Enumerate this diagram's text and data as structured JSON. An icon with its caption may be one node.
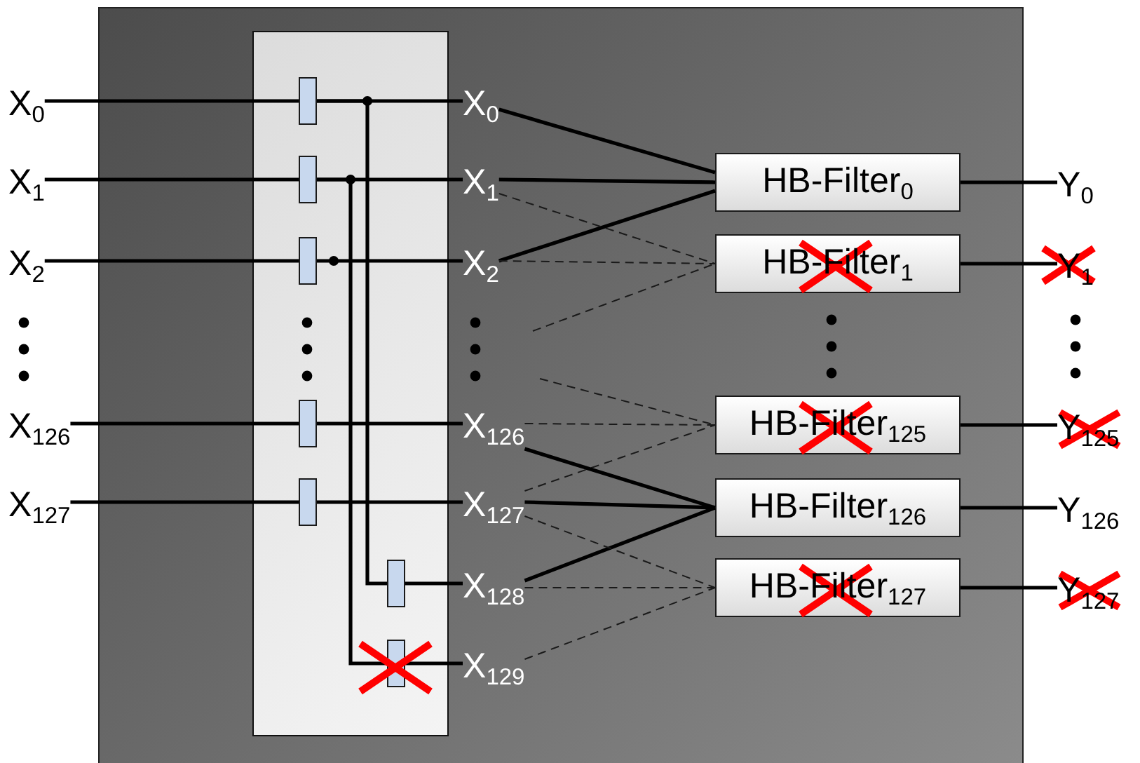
{
  "diagram": {
    "nodes": [
      {
        "text": [
          "X$_{0}$"
        ]
      },
      {
        "text": [
          "X$_{1}$"
        ]
      },
      {
        "text": [
          "X$_{2}$"
        ]
      },
      {
        "text": [
          "X$_{126}$"
        ]
      },
      {
        "text": [
          "X$_{127}$"
        ]
      },
      {
        "text": [],
        "shape": "box"
      },
      {
        "text": [],
        "shape": "box"
      },
      {
        "text": [],
        "shape": "box"
      },
      {
        "text": [],
        "shape": "box"
      },
      {
        "text": [],
        "shape": "box"
      },
      {
        "text": [],
        "shape": "box"
      },
      {
        "text": [],
        "shape": "box"
      },
      {
        "text": [
          "X$_{0}$"
        ]
      },
      {
        "text": [
          "X$_{1}$"
        ]
      },
      {
        "text": [
          "X$_{2}$"
        ]
      },
      {
        "text": [
          "X$_{126}$"
        ]
      },
      {
        "text": [
          "X$_{127}$"
        ]
      },
      {
        "text": [
          "X$_{128}$"
        ]
      },
      {
        "text": [
          "X$_{129}$"
        ]
      },
      {
        "text": [
          "HB-Filter$_{0}$"
        ]
      },
      {
        "text": [
          "HB-Filter$_{1}$"
        ]
      },
      {
        "text": [
          "HB-Filter$_{125}$"
        ]
      },
      {
        "text": [
          "HB-Filter$_{126}$"
        ]
      },
      {
        "text": [
          "HB-Filter$_{127}$"
        ]
      },
      {
        "text": [
          "Y$_{0}$"
        ]
      },
      {
        "text": [
          "Y$_{1}$"
        ]
      },
      {
        "text": [
          "Y$_{125}$"
        ]
      },
      {
        "text": [
          "Y$_{126}$"
        ]
      },
      {
        "text": [
          "Y$_{127}$"
        ]
      }
    ],
    "edges": [
      {
        "from": 0,
        "to": 5,
        "arrow": "none"
      },
      {
        "from": 5,
        "to": 12,
        "arrow": "none"
      },
      {
        "from": 5,
        "to": 10,
        "arrow": "none"
      },
      {
        "from": 1,
        "to": 6,
        "arrow": "none"
      },
      {
        "from": 6,
        "to": 13,
        "arrow": "none"
      },
      {
        "from": 6,
        "to": 11,
        "arrow": "none"
      },
      {
        "from": 2,
        "to": 7,
        "arrow": "none"
      },
      {
        "from": 7,
        "to": 14,
        "arrow": "none"
      },
      {
        "from": 3,
        "to": 8,
        "arrow": "none"
      },
      {
        "from": 8,
        "to": 15,
        "arrow": "none"
      },
      {
        "from": 4,
        "to": 9,
        "arrow": "none"
      },
      {
        "from": 9,
        "to": 16,
        "arrow": "none"
      },
      {
        "from": 10,
        "to": 17,
        "arrow": "none"
      },
      {
        "from": 11,
        "to": 18,
        "arrow": "none"
      },
      {
        "from": 12,
        "to": 19,
        "arrow": "none"
      },
      {
        "from": 13,
        "to": 19,
        "arrow": "none"
      },
      {
        "from": 14,
        "to": 19,
        "arrow": "none"
      },
      {
        "from": 13,
        "to": 20,
        "arrow": "none",
        "style": "dashed"
      },
      {
        "from": 14,
        "to": 20,
        "arrow": "none",
        "style": "dashed"
      },
      {
        "from": null,
        "to": 20,
        "arrow": "none",
        "style": "dashed"
      },
      {
        "from": null,
        "to": 21,
        "arrow": "none",
        "style": "dashed"
      },
      {
        "from": 15,
        "to": 21,
        "arrow": "none",
        "style": "dashed"
      },
      {
        "from": 16,
        "to": 21,
        "arrow": "none",
        "style": "dashed"
      },
      {
        "from": 15,
        "to": 22,
        "arrow": "none"
      },
      {
        "from": 16,
        "to": 22,
        "arrow": "none"
      },
      {
        "from": 17,
        "to": 22,
        "arrow": "none"
      },
      {
        "from": 16,
        "to": 23,
        "arrow": "none",
        "style": "dashed"
      },
      {
        "from": 17,
        "to": 23,
        "arrow": "none",
        "style": "dashed"
      },
      {
        "from": 18,
        "to": 23,
        "arrow": "none",
        "style": "dashed"
      },
      {
        "from": 19,
        "to": 24,
        "arrow": "none"
      },
      {
        "from": 20,
        "to": 25,
        "arrow": "none"
      },
      {
        "from": 21,
        "to": 26,
        "arrow": "none"
      },
      {
        "from": 22,
        "to": 27,
        "arrow": "none"
      },
      {
        "from": 23,
        "to": 28,
        "arrow": "none"
      }
    ]
  }
}
